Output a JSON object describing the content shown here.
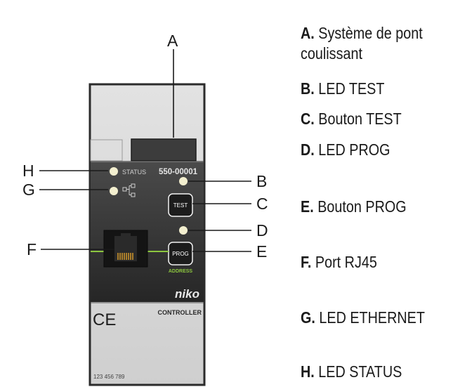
{
  "callouts": {
    "A": "A",
    "B": "B",
    "C": "C",
    "D": "D",
    "E": "E",
    "F": "F",
    "G": "G",
    "H": "H"
  },
  "device": {
    "model_number": "550-00001",
    "status_label": "STATUS",
    "test_button_label": "TEST",
    "prog_button_label": "PROG",
    "address_label": "ADDRESS",
    "brand": "niko",
    "ce_mark": "CE",
    "controller_label": "CONTROLLER",
    "serial_number": "123 456 789",
    "ethernet_icon": "network-icon",
    "colors": {
      "body": "#3a3a3a",
      "face": "#d8d8d8",
      "led": "#f3efcf",
      "accent_green": "#8cc63f"
    }
  },
  "legend": [
    {
      "key": "A.",
      "text": "Système de pont",
      "text_cont": "coulissant"
    },
    {
      "key": "B.",
      "text": "LED TEST"
    },
    {
      "key": "C.",
      "text": "Bouton TEST"
    },
    {
      "key": "D.",
      "text": "LED PROG"
    },
    {
      "key": "E.",
      "text": "Bouton PROG"
    },
    {
      "key": "F.",
      "text": "Port RJ45"
    },
    {
      "key": "G.",
      "text": "LED ETHERNET"
    },
    {
      "key": "H.",
      "text": "LED STATUS"
    }
  ]
}
